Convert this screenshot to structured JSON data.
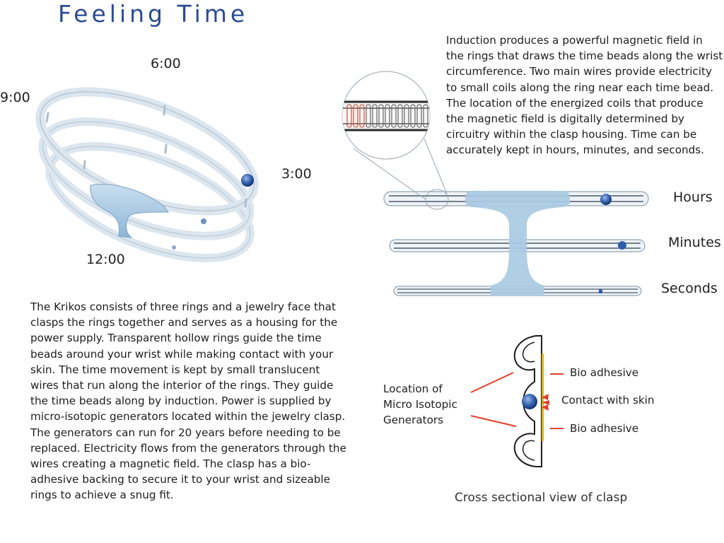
{
  "title": "Feeling Time",
  "clock_labels": {
    "six": "6:00",
    "nine": "9:00",
    "three": "3:00",
    "twelve": "12:00"
  },
  "description": "The Krikos consists of three rings and a jewelry face that clasps the rings together and serves as a housing for the power supply. Transparent hollow rings guide the time beads around your wrist while making contact with your skin. The time movement is kept by small translucent wires that run along the interior of the rings. They guide the time beads along by induction. Power is supplied by micro-isotopic generators located within the jewelry clasp. The generators can run for 20 years before needing to be replaced. Electricity flows from the generators through the wires creating a magnetic field. The clasp has a bio-adhesive backing to secure it to your wrist and sizeable rings to achieve a snug fit.",
  "induction_text": "Induction produces a powerful magnetic field in the rings that draws the time beads along the wrist circumference. Two main wires provide electricity to small coils along the ring near each time bead. The location of the energized coils that produce the magnetic field is digitally determined by circuitry within the clasp housing. Time can be accurately kept in hours, minutes, and seconds.",
  "ring_labels": {
    "hours": "Hours",
    "minutes": "Minutes",
    "seconds": "Seconds"
  },
  "clasp_callouts": {
    "location_line1": "Location of",
    "location_line2": "Micro Isotopic",
    "location_line3": "Generators",
    "bio_adhesive_top": "Bio adhesive",
    "contact": "Contact with skin",
    "bio_adhesive_bottom": "Bio adhesive"
  },
  "caption": "Cross sectional view of clasp",
  "colors": {
    "title": "#2b4c95",
    "ring": "#dfe9f1",
    "clasp": "#a9cbe3",
    "bead": "#2f5dab",
    "callout_line": "#e0402a",
    "adhesive": "#d8b400",
    "coil": "#e2553a"
  }
}
